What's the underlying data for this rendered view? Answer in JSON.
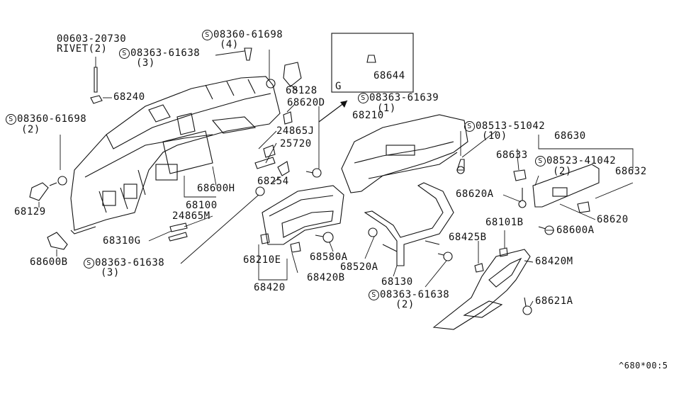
{
  "labels": {
    "s": "S",
    "l1": "00603-20730",
    "l2": "RIVET(2)",
    "l3": "68240",
    "l4": "08360-61698",
    "l5": "(2)",
    "l6": "68129",
    "l7": "68600B",
    "l8": "08360-61698",
    "l9": "(4)",
    "l10": "08363-61638",
    "l11": "(3)",
    "l12": "68128",
    "l13": "68620D",
    "l14": "24865J",
    "l15": "25720",
    "l16": "68254",
    "l17": "68600H",
    "l18": "68100",
    "l19": "24865M",
    "l20": "68310G",
    "l21": "08363-61638",
    "l22": "(3)",
    "l23": "68210E",
    "l24": "68420",
    "l25": "68420B",
    "l26": "68580A",
    "l27": "68520A",
    "l28": "68130",
    "l29": "08363-61638",
    "l30": "(2)",
    "l31": "68644",
    "l32": "G",
    "l33": "08363-61639",
    "l34": "(1)",
    "l35": "68210",
    "l36": "08513-51042",
    "l37": "(10)",
    "l38": "68630",
    "l39": "68633",
    "l40": "08523-41042",
    "l41": "(2)",
    "l42": "68632",
    "l43": "68620A",
    "l44": "68620",
    "l45": "68101B",
    "l46": "68600A",
    "l47": "68425B",
    "l48": "68420M",
    "l49": "68621A",
    "l50": "^680*00:5"
  }
}
